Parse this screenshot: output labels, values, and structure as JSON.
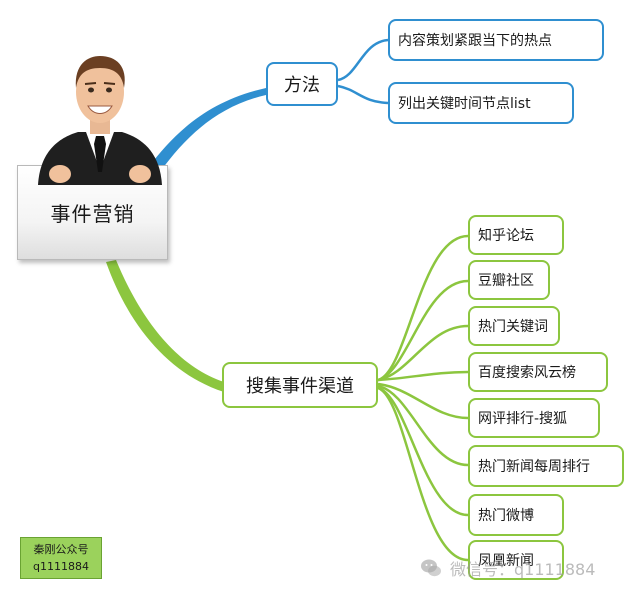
{
  "root": {
    "label": "事件营销"
  },
  "branches": [
    {
      "label": "方法",
      "color": "#2f8fd0",
      "children": [
        "内容策划紧跟当下的热点",
        "列出关键时间节点list"
      ]
    },
    {
      "label": "搜集事件渠道",
      "color": "#8cc63f",
      "children": [
        "知乎论坛",
        "豆瓣社区",
        "热门关键词",
        "百度搜索风云榜",
        "网评排行-搜狐",
        "热门新闻每周排行",
        "热门微博",
        "凤凰新闻"
      ]
    }
  ],
  "account": {
    "line1": "秦刚公众号",
    "line2": "q1111884"
  },
  "watermark": {
    "text": "微信号：q1111884",
    "icon": "wechat-icon"
  },
  "avatar": {
    "icon": "businessman-icon"
  }
}
